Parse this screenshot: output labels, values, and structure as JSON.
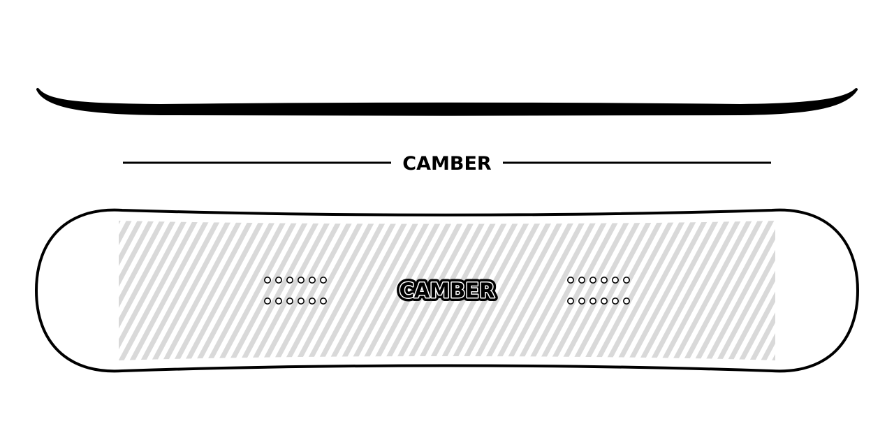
{
  "heading": {
    "label": "CAMBER"
  },
  "board": {
    "label": "CAMBER",
    "insert_rows": 2,
    "inserts_per_row": 6
  },
  "colors": {
    "outline": "#000000",
    "stripe": "#d9d9d9",
    "background": "#ffffff"
  }
}
